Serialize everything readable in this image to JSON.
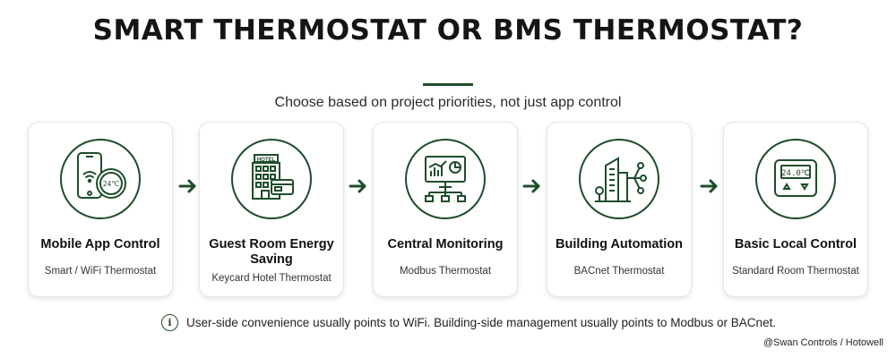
{
  "title": "SMART THERMOSTAT OR BMS THERMOSTAT?",
  "subtitle": "Choose based on project priorities, not just app control",
  "accent_color": "#1e4d2b",
  "cards": [
    {
      "icon": "smartphone-thermostat-icon",
      "title": "Mobile App Control",
      "subtitle": "Smart / WiFi Thermostat",
      "icon_text": "24℃"
    },
    {
      "icon": "hotel-keycard-icon",
      "title": "Guest Room Energy Saving",
      "subtitle": "Keycard Hotel Thermostat",
      "icon_text": "HOTEL"
    },
    {
      "icon": "monitor-network-icon",
      "title": "Central Monitoring",
      "subtitle": "Modbus Thermostat"
    },
    {
      "icon": "building-network-icon",
      "title": "Building Automation",
      "subtitle": "BACnet Thermostat"
    },
    {
      "icon": "wall-thermostat-icon",
      "title": "Basic Local Control",
      "subtitle": "Standard Room Thermostat",
      "icon_text": "24.0℃"
    }
  ],
  "note": {
    "icon": "info-icon",
    "symbol": "i",
    "text": "User-side convenience usually points to WiFi. Building-side management usually points to Modbus or BACnet."
  },
  "credit": "@Swan Controls / Hotowell"
}
